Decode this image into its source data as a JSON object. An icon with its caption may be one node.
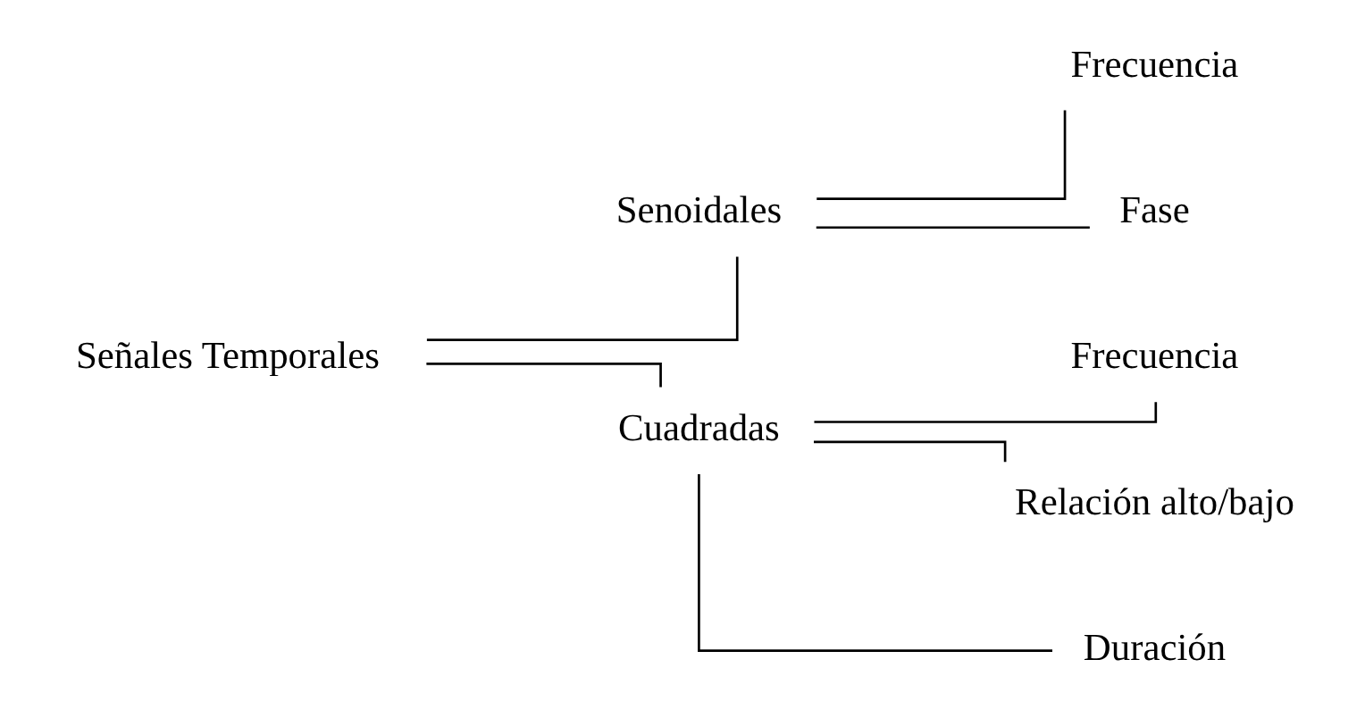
{
  "diagram": {
    "nodes": [
      {
        "text": [
          "Señales Temporales"
        ]
      },
      {
        "text": [
          "Senoidales"
        ]
      },
      {
        "text": [
          "Cuadradas"
        ]
      },
      {
        "text": [
          "Frecuencia"
        ]
      },
      {
        "text": [
          "Fase"
        ]
      },
      {
        "text": [
          "Frecuencia"
        ]
      },
      {
        "text": [
          "Relación alto/bajo"
        ]
      },
      {
        "text": [
          "Duración"
        ]
      }
    ],
    "edges": [
      {
        "from": 0,
        "to": 1,
        "arrow": "none"
      },
      {
        "from": 0,
        "to": 2,
        "arrow": "none"
      },
      {
        "from": 1,
        "to": 3,
        "arrow": "none"
      },
      {
        "from": 1,
        "to": 4,
        "arrow": "none"
      },
      {
        "from": 2,
        "to": 5,
        "arrow": "none"
      },
      {
        "from": 2,
        "to": 6,
        "arrow": "none"
      },
      {
        "from": 2,
        "to": 7,
        "arrow": "none"
      }
    ]
  }
}
